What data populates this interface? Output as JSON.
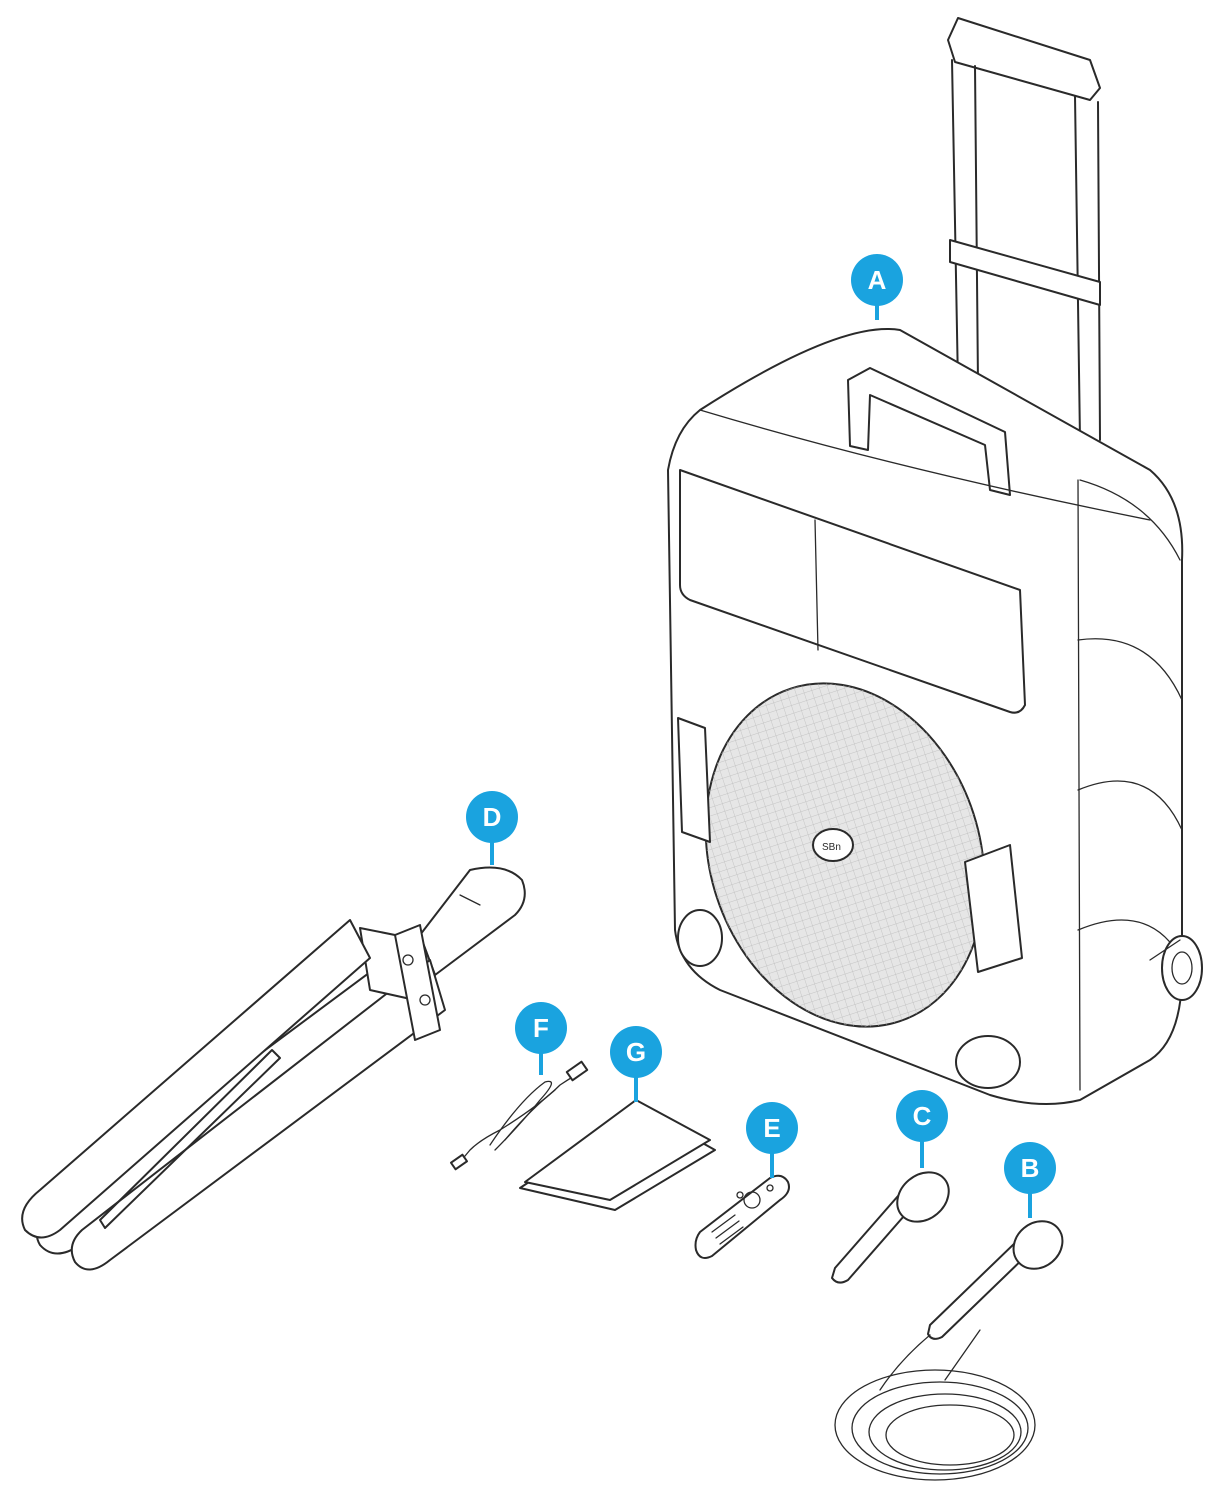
{
  "accent_color": "#1aa3df",
  "line_color": "#2a2a2a",
  "callouts": {
    "A": {
      "letter": "A",
      "part": "speaker"
    },
    "B": {
      "letter": "B",
      "part": "corded-microphone"
    },
    "C": {
      "letter": "C",
      "part": "microphone"
    },
    "D": {
      "letter": "D",
      "part": "speaker-stand"
    },
    "E": {
      "letter": "E",
      "part": "remote-control"
    },
    "F": {
      "letter": "F",
      "part": "charging-cable"
    },
    "G": {
      "letter": "G",
      "part": "manual"
    }
  }
}
